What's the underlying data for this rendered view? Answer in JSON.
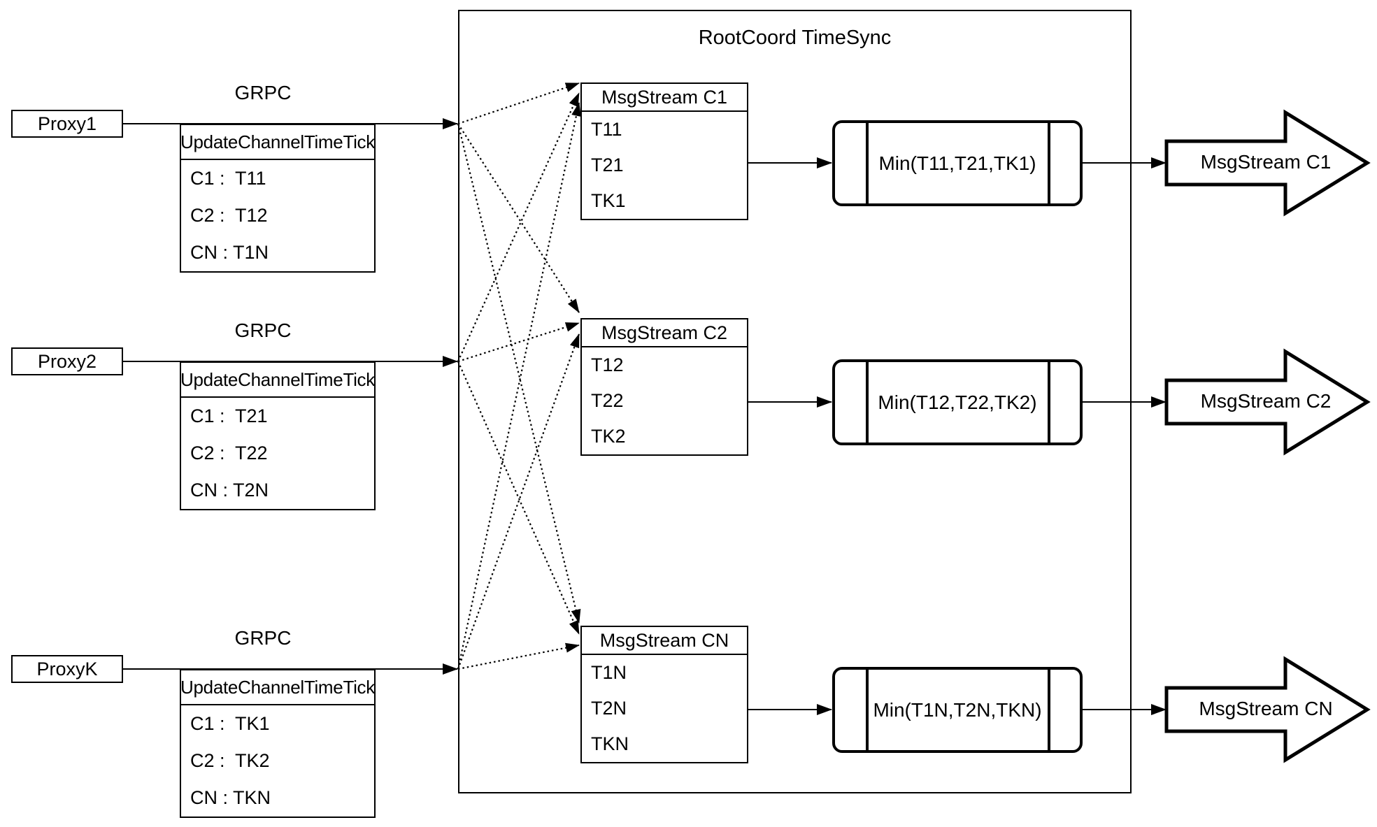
{
  "colors": {
    "ink": "#000000",
    "background": "#ffffff"
  },
  "root_container": {
    "title": "RootCoord TimeSync"
  },
  "proxies": [
    {
      "name": "Proxy1",
      "protocol_label": "GRPC",
      "message": {
        "header": "UpdateChannelTimeTick",
        "rows": [
          "C1 :  T11",
          "C2 :  T12",
          "CN : T1N"
        ]
      }
    },
    {
      "name": "Proxy2",
      "protocol_label": "GRPC",
      "message": {
        "header": "UpdateChannelTimeTick",
        "rows": [
          "C1 :  T21",
          "C2 :  T22",
          "CN : T2N"
        ]
      }
    },
    {
      "name": "ProxyK",
      "protocol_label": "GRPC",
      "message": {
        "header": "UpdateChannelTimeTick",
        "rows": [
          "C1 :  TK1",
          "C2 :  TK2",
          "CN : TKN"
        ]
      }
    }
  ],
  "channels": [
    {
      "stream": {
        "header": "MsgStream C1",
        "rows": [
          "T11",
          "T21",
          "TK1"
        ]
      },
      "min_label": "Min(T11,T21,TK1)",
      "output_label": "MsgStream C1"
    },
    {
      "stream": {
        "header": "MsgStream C2",
        "rows": [
          "T12",
          "T22",
          "TK2"
        ]
      },
      "min_label": "Min(T12,T22,TK2)",
      "output_label": "MsgStream C2"
    },
    {
      "stream": {
        "header": "MsgStream CN",
        "rows": [
          "T1N",
          "T2N",
          "TKN"
        ]
      },
      "min_label": "Min(T1N,T2N,TKN)",
      "output_label": "MsgStream CN"
    }
  ]
}
